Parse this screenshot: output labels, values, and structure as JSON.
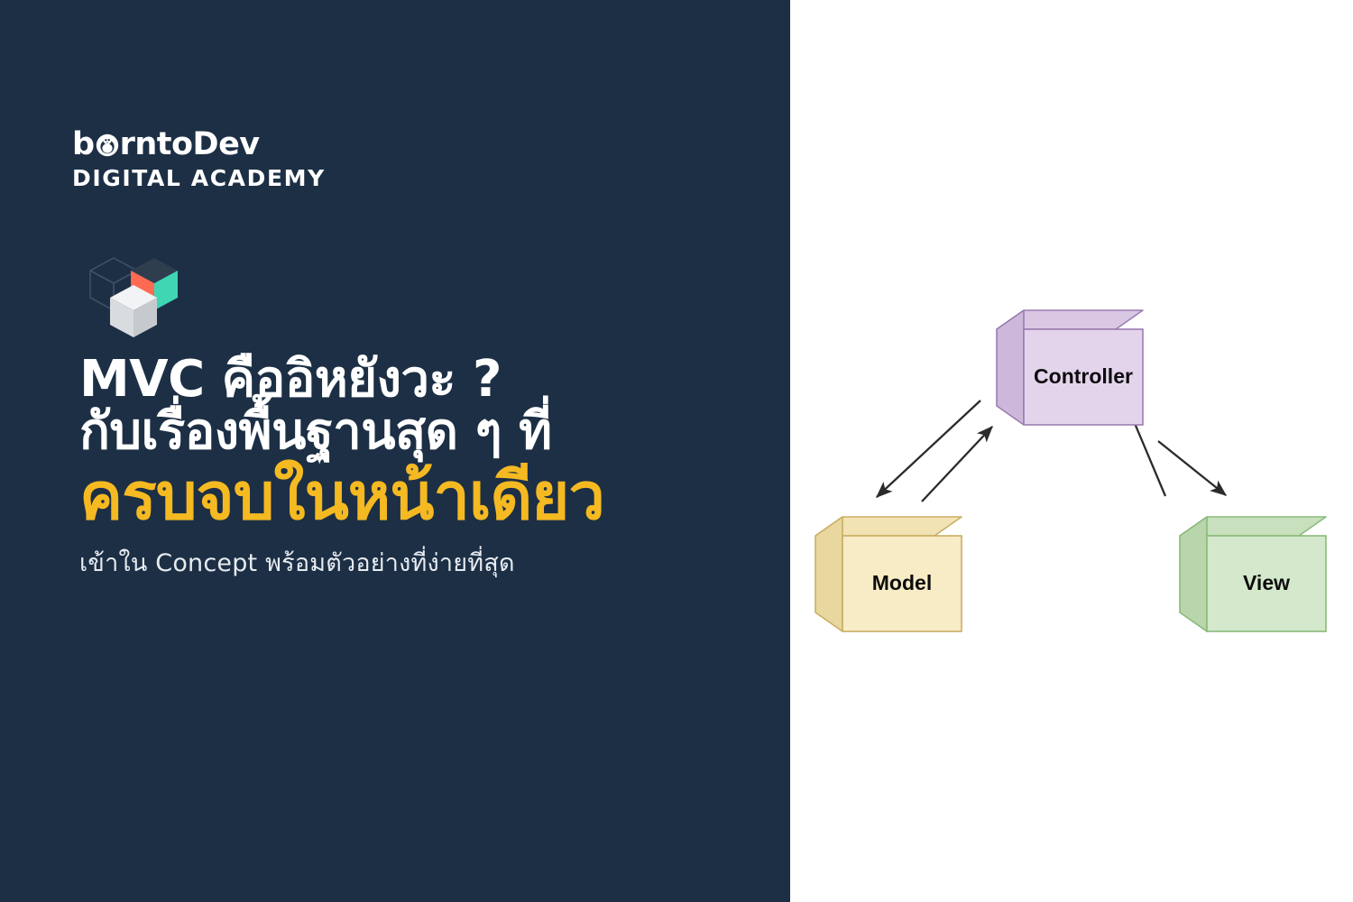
{
  "brand": {
    "wordmark_pre": "b",
    "wordmark_post": "rntoDev",
    "mascot_icon": "chick-mascot-icon",
    "subtitle": "DIGITAL ACADEMY"
  },
  "logo": {
    "icon_name": "isometric-cubes-logo",
    "cube_outline_color": "#3c4f66",
    "cube_top_color": "#2f3e4f",
    "cube_left_color": "#ff6b52",
    "cube_right_color": "#3fd6b4",
    "cube_white_top_color": "#f2f3f5",
    "cube_white_left_color": "#d9dcdf",
    "cube_white_right_color": "#c6cace"
  },
  "headline": {
    "line1": "MVC คืออิหยังวะ ?",
    "line2": "กับเรื่องพื้นฐานสุด ๆ ที่",
    "accent": "ครบจบในหน้าเดียว",
    "subtitle": "เข้าใน Concept พร้อมตัวอย่างที่ง่ายที่สุด"
  },
  "colors": {
    "panel_background": "#1c2f45",
    "accent_yellow": "#F5B921",
    "text_white": "#ffffff",
    "subtitle_grey": "#e7ebf0",
    "diagram_background": "#ffffff"
  },
  "diagram": {
    "title": "MVC pattern diagram",
    "boxes": [
      {
        "id": "controller",
        "label": "Controller",
        "fill_front": "#e3d4ec",
        "fill_top": "#d9c7e4",
        "fill_side": "#cdb8db",
        "stroke": "#9b7db0"
      },
      {
        "id": "model",
        "label": "Model",
        "fill_front": "#f8ecc6",
        "fill_top": "#f2e3b4",
        "fill_side": "#e8d79f",
        "stroke": "#c9ae63"
      },
      {
        "id": "view",
        "label": "View",
        "fill_front": "#d4e8cc",
        "fill_top": "#c8e0bd",
        "fill_side": "#b9d5ac",
        "stroke": "#8aba79"
      }
    ],
    "arrows": [
      {
        "id": "controller-to-model",
        "from": "Controller",
        "to": "Model",
        "direction": "down-left"
      },
      {
        "id": "model-to-controller",
        "from": "Model",
        "to": "Controller",
        "direction": "up-right"
      },
      {
        "id": "controller-to-view",
        "from": "Controller",
        "to": "View",
        "direction": "down-right"
      },
      {
        "id": "view-to-controller",
        "from": "View",
        "to": "Controller",
        "direction": "up-left"
      }
    ],
    "arrow_color": "#2b2b2b"
  }
}
